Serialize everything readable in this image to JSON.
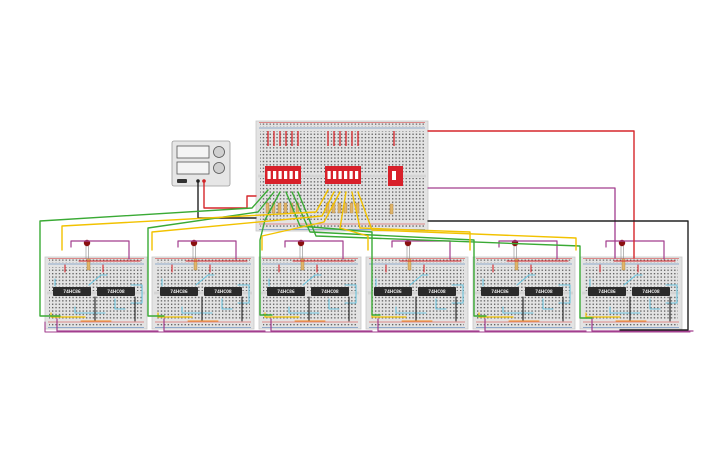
{
  "canvas": {
    "background": "#ffffff"
  },
  "colors": {
    "breadboard": "#e3e3e3",
    "breadboard_edge": "#c9c9c9",
    "hole": "#555555",
    "rail_red": "#d62e2e",
    "rail_blue": "#3a6fb0",
    "chip": "#2b2b2b",
    "dip_switch": "#d8202a",
    "led": "#8a1010",
    "wire_red": "#d6262b",
    "wire_green": "#3aaa35",
    "wire_yellow": "#f2c200",
    "wire_purple": "#a23d8e",
    "wire_black": "#222222",
    "wire_cyan": "#6cc6e0",
    "wire_orange": "#f08a1c",
    "supply_body": "#e6e6e6"
  },
  "power_supply": {
    "name": "dc-power-supply"
  },
  "modules": [
    {
      "chip_left": "74HC86",
      "chip_right": "74HC08"
    },
    {
      "chip_left": "74HC86",
      "chip_right": "74HC08"
    },
    {
      "chip_left": "74HC86",
      "chip_right": "74HC08"
    },
    {
      "chip_left": "74HC86",
      "chip_right": "74HC08"
    },
    {
      "chip_left": "74HC86",
      "chip_right": "74HC08"
    },
    {
      "chip_left": "74HC86",
      "chip_right": "74HC08"
    }
  ],
  "dip_switches": [
    {
      "positions": 6
    },
    {
      "positions": 6
    },
    {
      "positions": 1
    }
  ]
}
